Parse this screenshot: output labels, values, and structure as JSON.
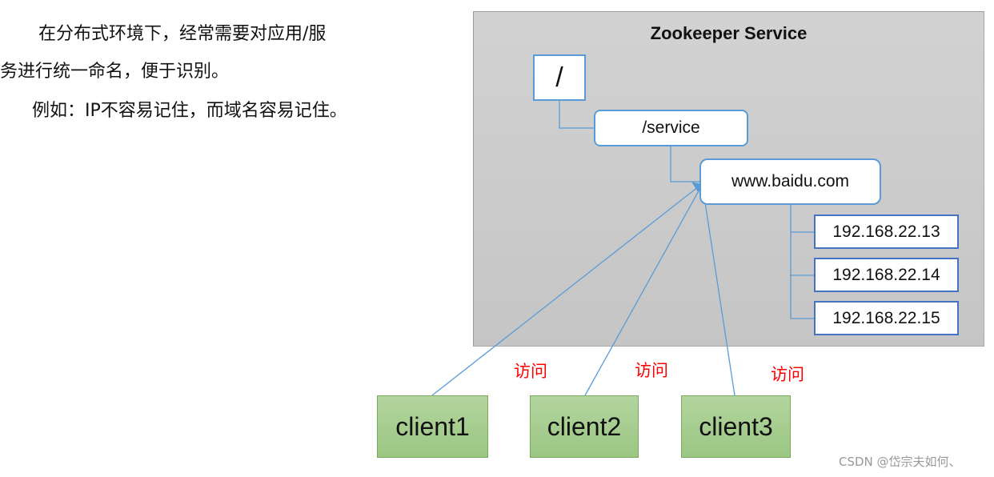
{
  "intro_text": {
    "line1": "在分布式环境下，经常需要对应用/服",
    "line2": "务进行统一命名，便于识别。",
    "line3": "例如：IP不容易记住，而域名容易记住。"
  },
  "diagram": {
    "title": "Zookeeper Service",
    "nodes": {
      "root": "/",
      "service": "/service",
      "domain": "www.baidu.com"
    },
    "ip_addresses": [
      "192.168.22.13",
      "192.168.22.14",
      "192.168.22.15"
    ],
    "clients": [
      "client1",
      "client2",
      "client3"
    ],
    "access_label": "访问",
    "colors": {
      "node_border": "#5b9bd5",
      "ip_border": "#4472c4",
      "client_fill": "#a9cf91",
      "access_label": "#ff0000",
      "panel_fill": "#cccccc"
    }
  },
  "watermark": "CSDN @岱宗夫如何、"
}
